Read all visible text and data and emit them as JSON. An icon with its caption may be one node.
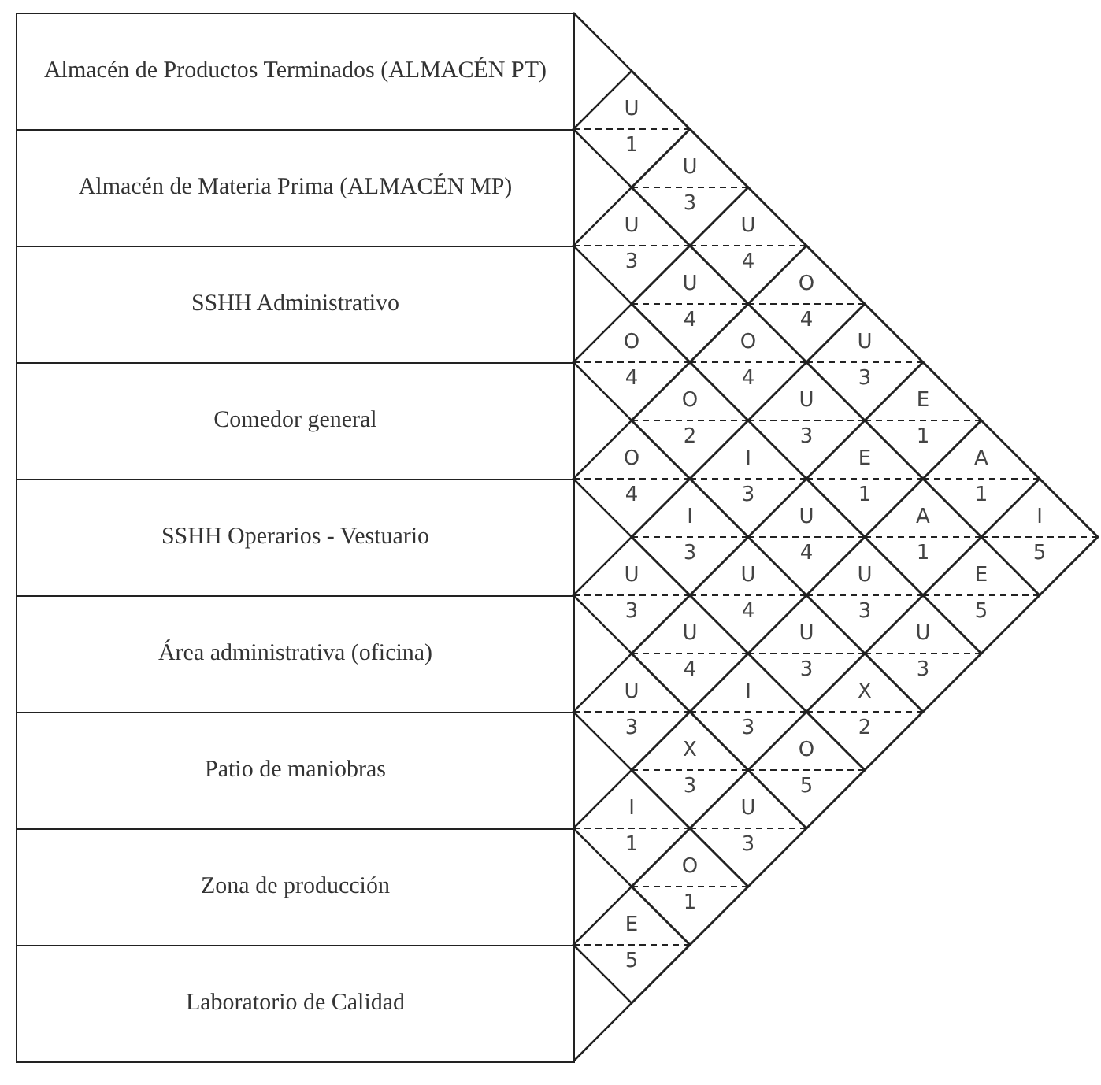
{
  "diagram": {
    "nodes": [
      {
        "text": [
          "Almacén de Productos Terminados (ALMACÉN PT)"
        ]
      },
      {
        "text": [
          "Almacén de Materia Prima (ALMACÉN MP)"
        ]
      },
      {
        "text": [
          "SSHH Administrativo"
        ]
      },
      {
        "text": [
          "Comedor general"
        ]
      },
      {
        "text": [
          "SSHH Operarios - Vestuario"
        ]
      },
      {
        "text": [
          "Área administrativa (oficina)"
        ]
      },
      {
        "text": [
          "Patio de maniobras"
        ]
      },
      {
        "text": [
          "Zona de producción"
        ]
      },
      {
        "text": [
          "Laboratorio de Calidad"
        ]
      },
      {
        "text": [
          "U",
          "1"
        ]
      },
      {
        "text": [
          "U",
          "3"
        ]
      },
      {
        "text": [
          "U",
          "4"
        ]
      },
      {
        "text": [
          "O",
          "4"
        ]
      },
      {
        "text": [
          "U",
          "3"
        ]
      },
      {
        "text": [
          "E",
          "1"
        ]
      },
      {
        "text": [
          "A",
          "1"
        ]
      },
      {
        "text": [
          "I",
          "5"
        ]
      },
      {
        "text": [
          "U",
          "3"
        ]
      },
      {
        "text": [
          "U",
          "4"
        ]
      },
      {
        "text": [
          "O",
          "4"
        ]
      },
      {
        "text": [
          "U",
          "3"
        ]
      },
      {
        "text": [
          "E",
          "1"
        ]
      },
      {
        "text": [
          "A",
          "1"
        ]
      },
      {
        "text": [
          "E",
          "5"
        ]
      },
      {
        "text": [
          "O",
          "4"
        ]
      },
      {
        "text": [
          "O",
          "2"
        ]
      },
      {
        "text": [
          "I",
          "3"
        ]
      },
      {
        "text": [
          "U",
          "4"
        ]
      },
      {
        "text": [
          "U",
          "3"
        ]
      },
      {
        "text": [
          "U",
          "3"
        ]
      },
      {
        "text": [
          "O",
          "4"
        ]
      },
      {
        "text": [
          "I",
          "3"
        ]
      },
      {
        "text": [
          "U",
          "4"
        ]
      },
      {
        "text": [
          "U",
          "3"
        ]
      },
      {
        "text": [
          "X",
          "2"
        ]
      },
      {
        "text": [
          "U",
          "3"
        ]
      },
      {
        "text": [
          "U",
          "4"
        ]
      },
      {
        "text": [
          "I",
          "3"
        ]
      },
      {
        "text": [
          "O",
          "5"
        ]
      },
      {
        "text": [
          "U",
          "3"
        ]
      },
      {
        "text": [
          "X",
          "3"
        ]
      },
      {
        "text": [
          "U",
          "3"
        ]
      },
      {
        "text": [
          "I",
          "1"
        ]
      },
      {
        "text": [
          "O",
          "1"
        ]
      },
      {
        "text": [
          "E",
          "5"
        ]
      }
    ]
  }
}
